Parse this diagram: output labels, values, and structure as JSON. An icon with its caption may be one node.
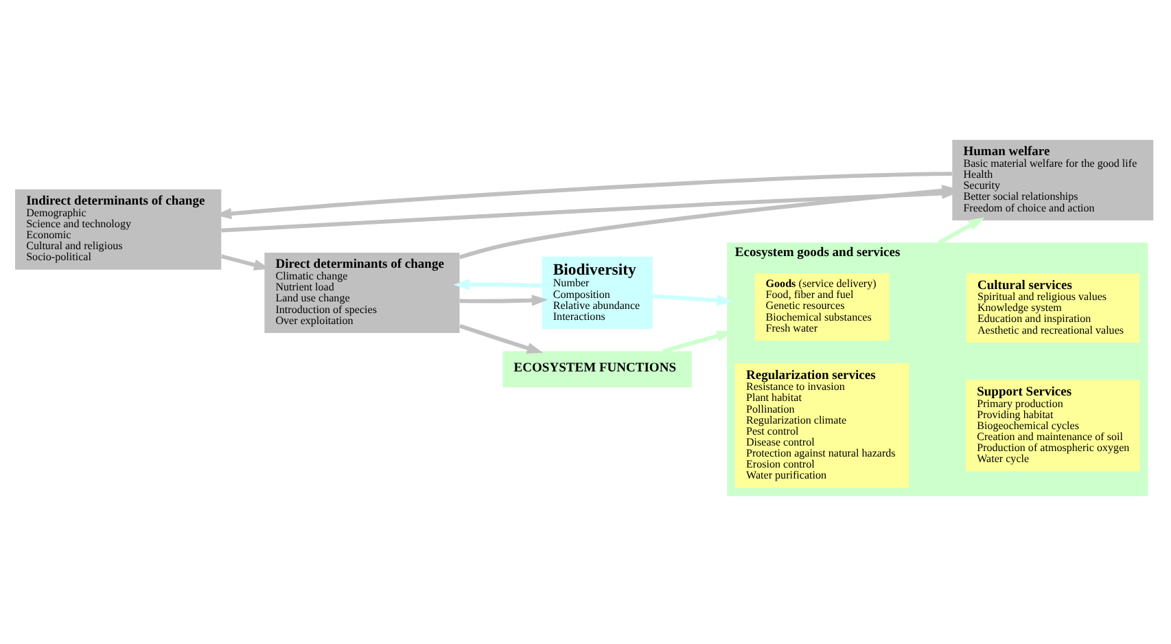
{
  "diagram": {
    "nodes": [
      {
        "text": [
          "Indirect determinants of change",
          "Demographic",
          "Science and technology",
          "Economic",
          "Cultural and religious",
          "Socio-political"
        ]
      },
      {
        "text": [
          "Human welfare",
          "Basic material welfare for the good life",
          "Health",
          "Security",
          "Better social relationships",
          "Freedom of choice and action"
        ]
      },
      {
        "text": [
          "Direct determinants of change",
          "Climatic change",
          "Nutrient load",
          "Land use change",
          "Introduction of species",
          "Over exploitation"
        ]
      },
      {
        "text": [
          "Ecosystem goods and services"
        ]
      },
      {
        "text": [
          "**Goods** (service delivery)",
          "Food, fiber and fuel",
          "Genetic resources",
          "Biochemical substances",
          "Fresh water"
        ],
        "in": 3
      },
      {
        "text": [
          "Cultural services",
          "Spiritual and religious values",
          "Knowledge system",
          "Education and inspiration",
          "Aesthetic and recreational values"
        ],
        "in": 3
      },
      {
        "text": [
          "Regularization services",
          "Resistance to invasion",
          "Plant habitat",
          "Pollination",
          "Regularization climate",
          "Pest control",
          "Disease control",
          "Protection against natural hazards",
          "Erosion control",
          "Water purification"
        ],
        "in": 3
      },
      {
        "text": [
          "Support Services",
          "Primary production",
          "Providing habitat",
          "Biogeochemical cycles",
          "Creation and maintenance of soil",
          "Production of atmospheric oxygen",
          "Water cycle"
        ],
        "in": 3
      },
      {
        "text": [
          "Biodiversity",
          "Number",
          "Composition",
          "Relative abundance",
          "Interactions"
        ]
      },
      {
        "text": [
          "ECOSYSTEM FUNCTIONS"
        ]
      }
    ],
    "edges": [
      {
        "from": 0,
        "to": 1,
        "arrow": "to"
      },
      {
        "from": 1,
        "to": 0,
        "arrow": "to"
      },
      {
        "from": 0,
        "to": 2,
        "arrow": "to"
      },
      {
        "from": 2,
        "to": 1,
        "arrow": "to"
      },
      {
        "from": 3,
        "to": 1,
        "arrow": "to",
        "color": "#ccffcc"
      },
      {
        "from": 2,
        "to": 8,
        "arrow": "to"
      },
      {
        "from": 2,
        "to": 9,
        "arrow": "to"
      },
      {
        "from": 8,
        "to": 2,
        "arrow": "to",
        "color": "#ccffff"
      },
      {
        "from": 8,
        "to": 3,
        "arrow": "to",
        "color": "#ccffff"
      },
      {
        "from": 9,
        "to": 3,
        "arrow": "to",
        "color": "#ccffcc"
      }
    ]
  }
}
